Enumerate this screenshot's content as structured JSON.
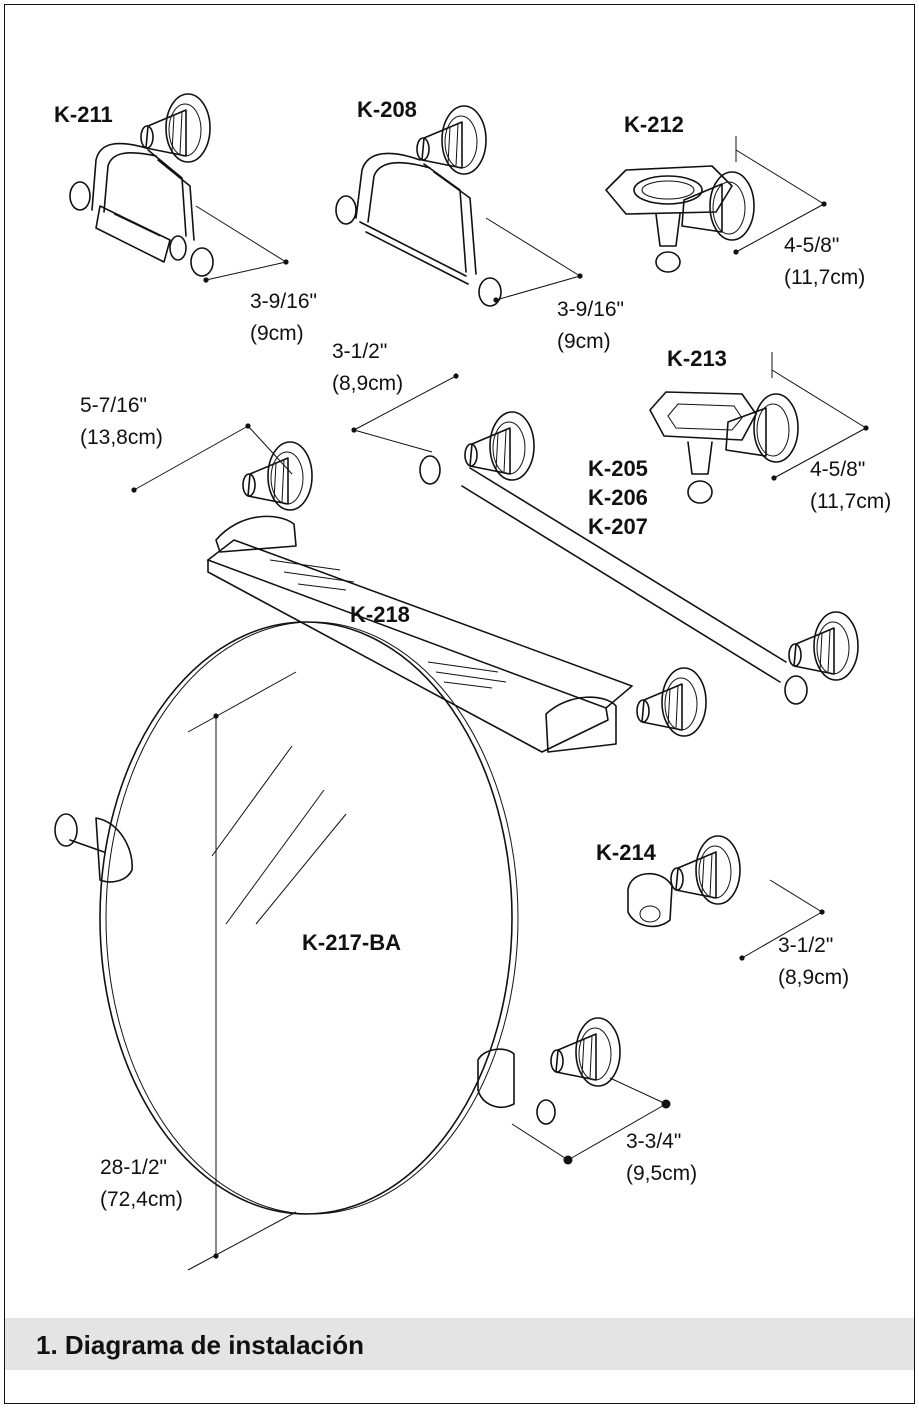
{
  "products": {
    "k211": "K-211",
    "k208": "K-208",
    "k212": "K-212",
    "k213": "K-213",
    "k205": "K-205",
    "k206": "K-206",
    "k207": "K-207",
    "k218": "K-218",
    "k214": "K-214",
    "k217": "K-217-BA"
  },
  "dimensions": {
    "k211": {
      "imperial": "3-9/16\"",
      "metric": "(9cm)"
    },
    "k208": {
      "imperial": "3-9/16\"",
      "metric": "(9cm)"
    },
    "k212": {
      "imperial": "4-5/8\"",
      "metric": "(11,7cm)"
    },
    "towel_bar": {
      "imperial": "3-1/2\"",
      "metric": "(8,9cm)"
    },
    "k213": {
      "imperial": "4-5/8\"",
      "metric": "(11,7cm)"
    },
    "k218": {
      "imperial": "5-7/16\"",
      "metric": "(13,8cm)"
    },
    "k214": {
      "imperial": "3-1/2\"",
      "metric": "(8,9cm)"
    },
    "mirror_bracket": {
      "imperial": "3-3/4\"",
      "metric": "(9,5cm)"
    },
    "mirror_height": {
      "imperial": "28-1/2\"",
      "metric": "(72,4cm)"
    }
  },
  "section": {
    "title": "1. Diagrama de instalación"
  }
}
